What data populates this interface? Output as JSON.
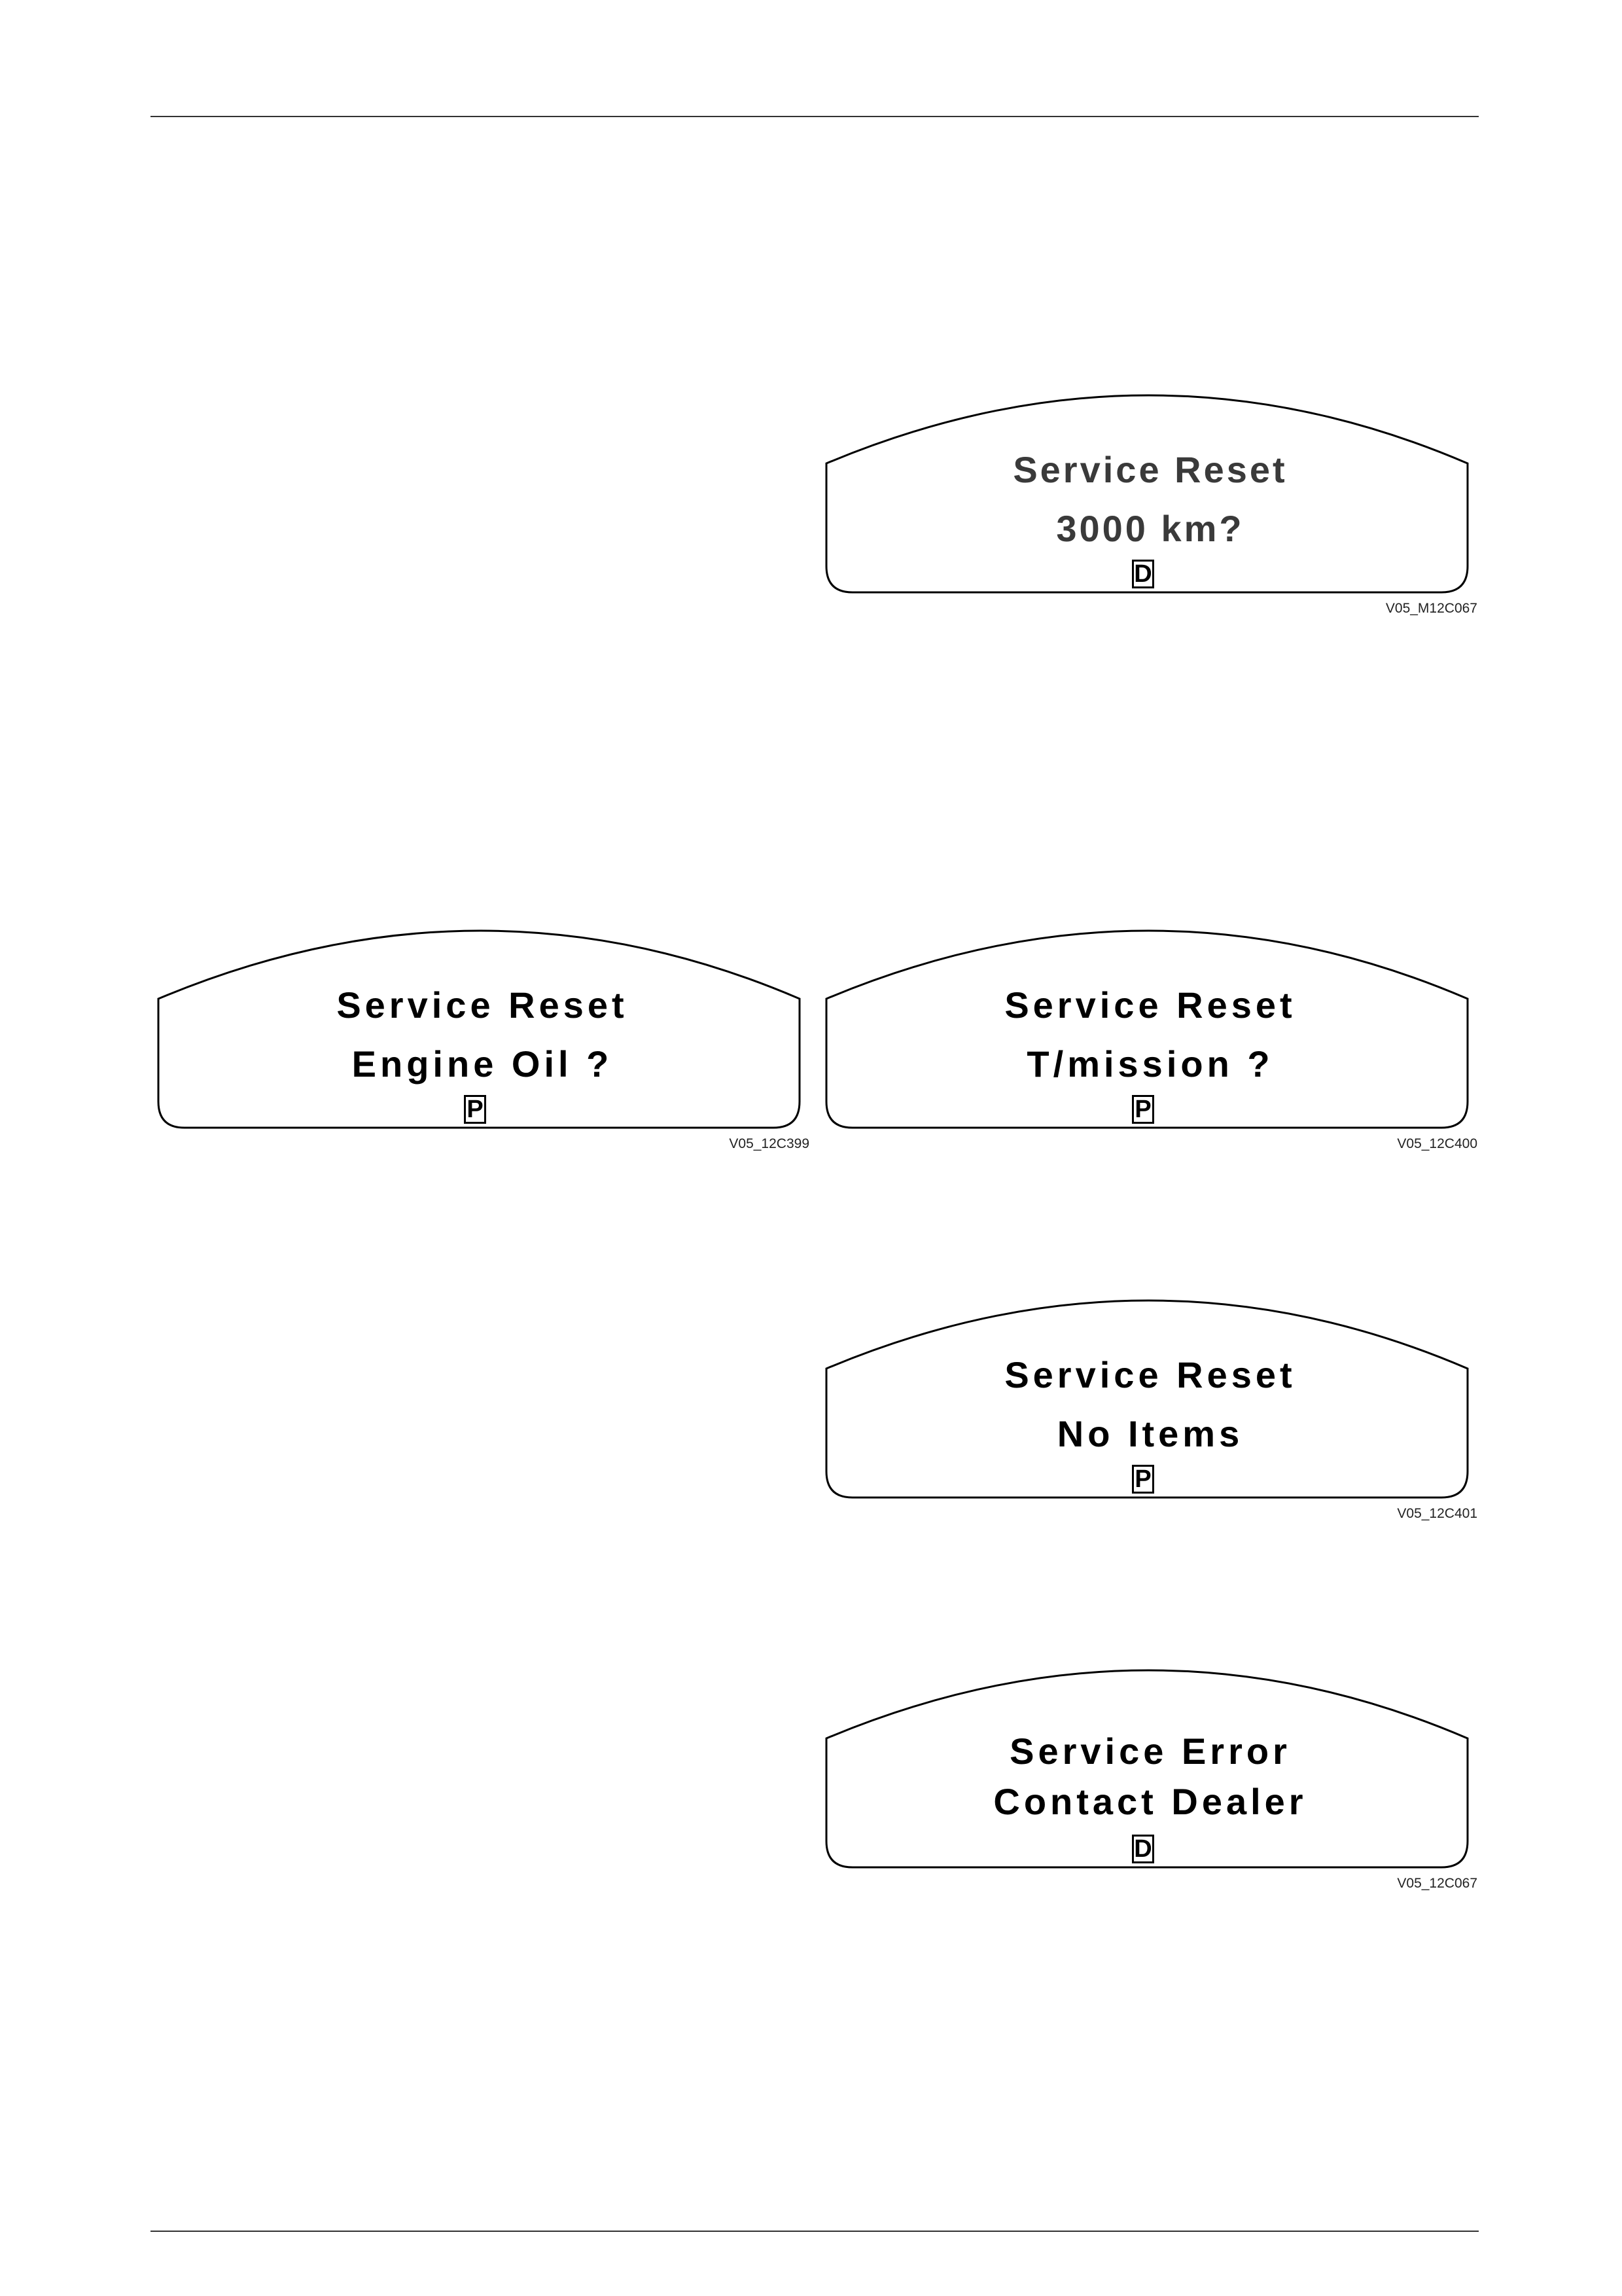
{
  "displays": [
    {
      "line1": "Service Reset",
      "line2": "3000 km?",
      "gear": "D",
      "code": "V05_M12C067"
    },
    {
      "line1": "Service Reset",
      "line2": "Engine Oil ?",
      "gear": "P",
      "code": "V05_12C399"
    },
    {
      "line1": "Service Reset",
      "line2": "T/mission ?",
      "gear": "P",
      "code": "V05_12C400"
    },
    {
      "line1": "Service Reset",
      "line2": "No Items",
      "gear": "P",
      "code": "V05_12C401"
    },
    {
      "line1": "Service Error",
      "line2": "Contact Dealer",
      "gear": "D",
      "code": "V05_12C067"
    }
  ]
}
